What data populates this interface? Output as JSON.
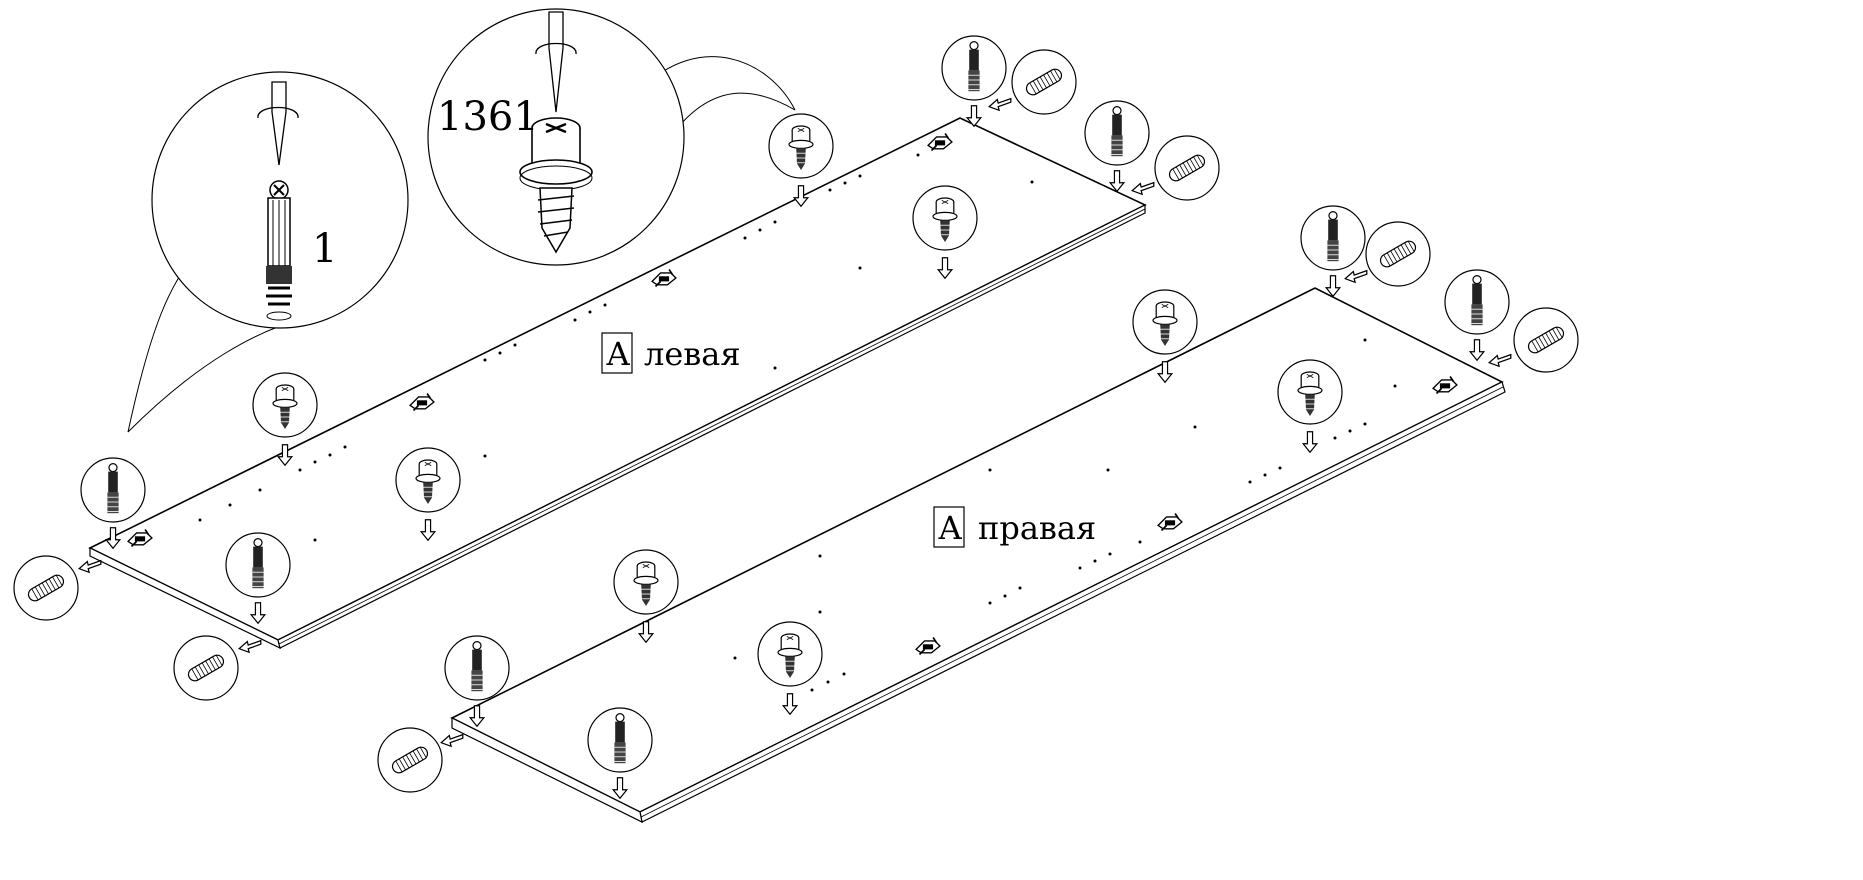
{
  "callouts": {
    "dowel_part_number": "1",
    "cam_part_number": "1361"
  },
  "panels": [
    {
      "letter": "А",
      "side": "левая"
    },
    {
      "letter": "А",
      "side": "правая"
    }
  ],
  "icons": [
    "screw-dowel-icon",
    "cam-bolt-icon",
    "wooden-dowel-icon",
    "shelf-support-icon",
    "screwdriver-icon",
    "insert-arrow-icon"
  ],
  "colors": {
    "line": "#000000",
    "background": "#ffffff"
  }
}
